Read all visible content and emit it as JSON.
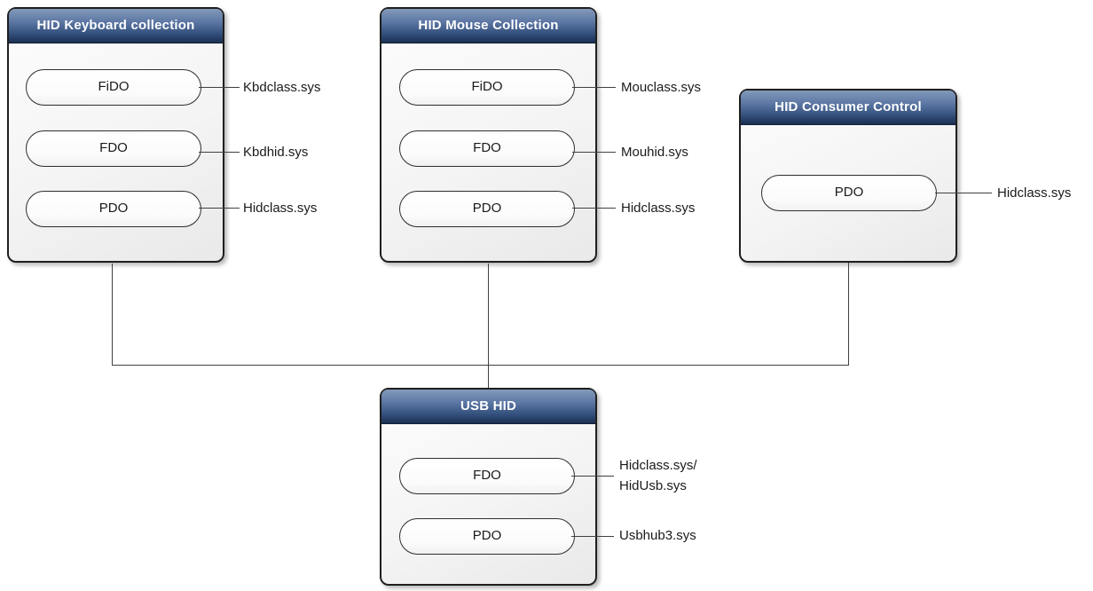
{
  "colors": {
    "header_gradient_top": "#8399ba",
    "header_gradient_bottom": "#1c3052",
    "box_border": "#1f1f1f",
    "connector_line": "#404040",
    "title_text": "#ffffff",
    "label_text": "#1a1a1a"
  },
  "boxes": {
    "keyboard": {
      "title": "HID Keyboard collection",
      "nodes": [
        {
          "label": "FiDO",
          "driver": "Kbdclass.sys"
        },
        {
          "label": "FDO",
          "driver": "Kbdhid.sys"
        },
        {
          "label": "PDO",
          "driver": "Hidclass.sys"
        }
      ]
    },
    "mouse": {
      "title": "HID Mouse Collection",
      "nodes": [
        {
          "label": "FiDO",
          "driver": "Mouclass.sys"
        },
        {
          "label": "FDO",
          "driver": "Mouhid.sys"
        },
        {
          "label": "PDO",
          "driver": "Hidclass.sys"
        }
      ]
    },
    "consumer": {
      "title": "HID Consumer Control",
      "nodes": [
        {
          "label": "PDO",
          "driver": "Hidclass.sys"
        }
      ]
    },
    "usb": {
      "title": "USB HID",
      "nodes": [
        {
          "label": "FDO",
          "driver": "Hidclass.sys/\nHidUsb.sys"
        },
        {
          "label": "PDO",
          "driver": "Usbhub3.sys"
        }
      ]
    }
  }
}
